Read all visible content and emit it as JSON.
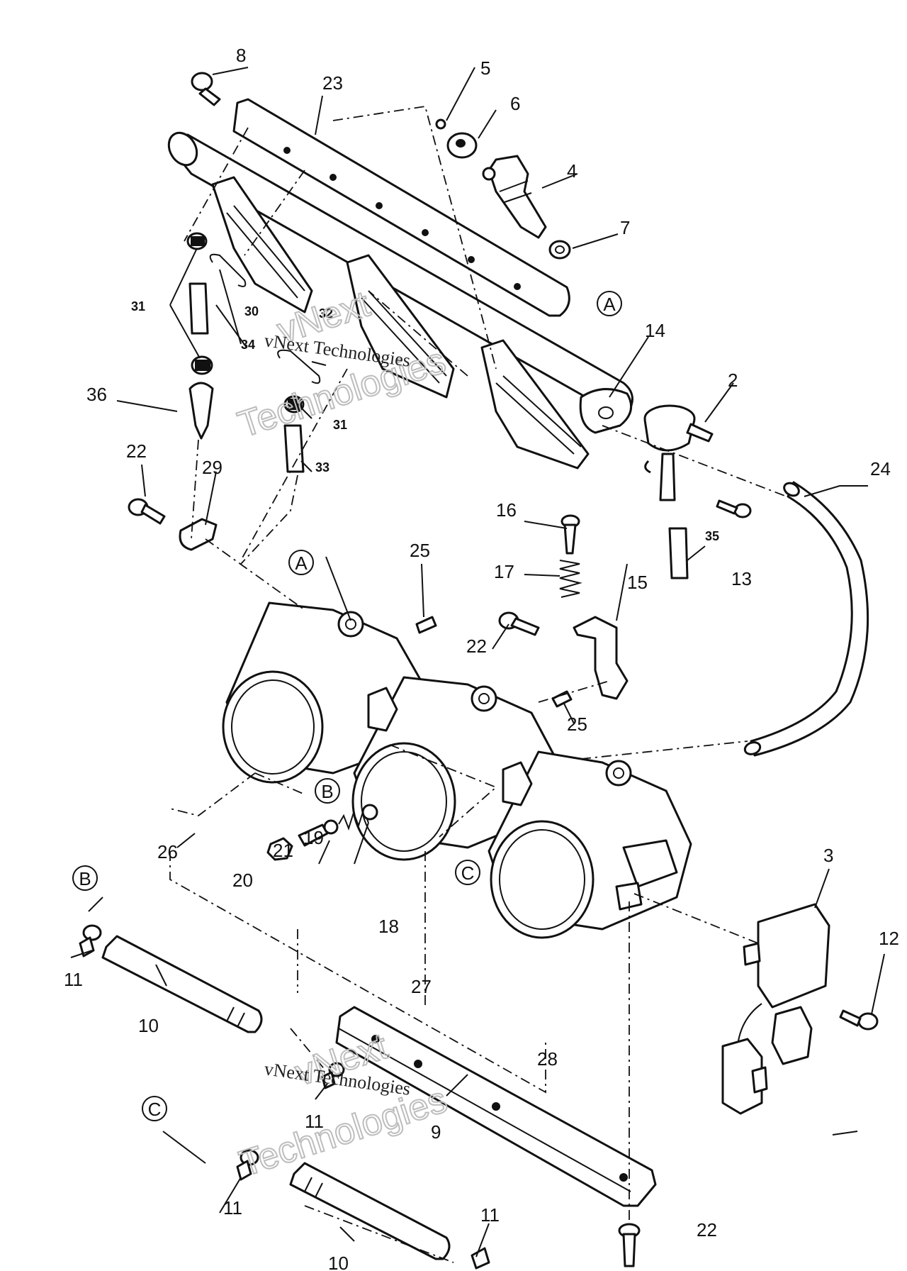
{
  "callouts": {
    "n2": "2",
    "n3": "3",
    "n4": "4",
    "n5": "5",
    "n6": "6",
    "n7": "7",
    "n8": "8",
    "n9": "9",
    "n10a": "10",
    "n10b": "10",
    "n11a": "11",
    "n11b": "11",
    "n11c": "11",
    "n11d": "11",
    "n12": "12",
    "n13": "13",
    "n14": "14",
    "n15": "15",
    "n16": "16",
    "n17": "17",
    "n18": "18",
    "n19": "19",
    "n20": "20",
    "n21": "21",
    "n22a": "22",
    "n22b": "22",
    "n22c": "22",
    "n23": "23",
    "n24": "24",
    "n25a": "25",
    "n25b": "25",
    "n26": "26",
    "n27": "27",
    "n28": "28",
    "n29": "29",
    "n30": "30",
    "n31a": "31",
    "n31b": "31",
    "n32": "32",
    "n33": "33",
    "n34": "34",
    "n35": "35",
    "n36": "36"
  },
  "refs": {
    "A1": "A",
    "A2": "A",
    "B1": "B",
    "B2": "B",
    "C1": "C",
    "C2": "C"
  },
  "watermark": {
    "line1": "vNext Technologies",
    "line2": "vNext",
    "line3": "Technologies"
  }
}
